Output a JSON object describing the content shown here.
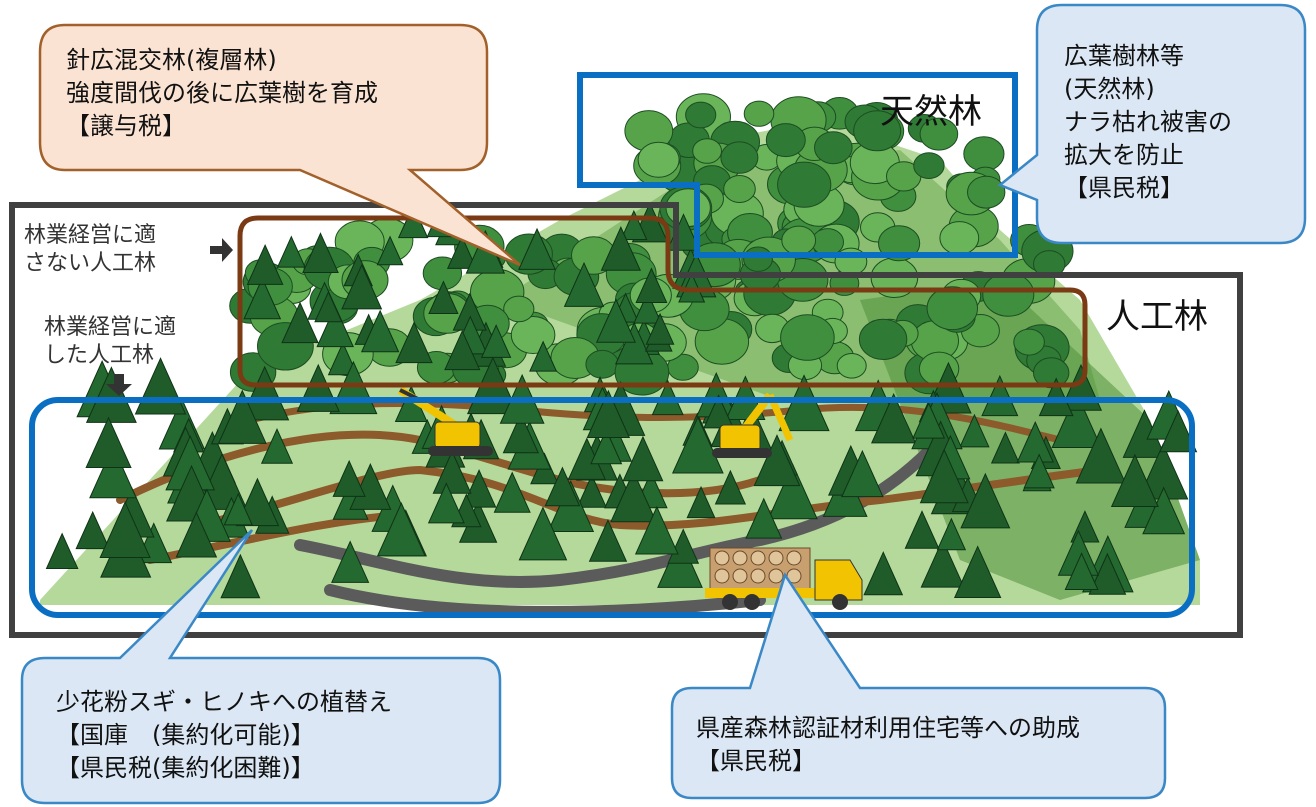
{
  "labels": {
    "natural_forest": "天然林",
    "artificial_forest": "人工林",
    "unsuitable": "林業経営に適\nさない人工林",
    "suitable": "林業経営に適\nした人工林"
  },
  "callouts": {
    "mixed": "針広混交林(複層林)\n強度間伐の後に広葉樹を育成\n【譲与税】",
    "broadleaf": "広葉樹林等\n(天然林)\nナラ枯れ被害の\n拡大を防止\n【県民税】",
    "planting": "少花粉スギ・ヒノキへの植替え\n【国庫　(集約化可能)】\n【県民税(集約化困難)】",
    "housing": "県産森林認証材利用住宅等への助成\n【県民税】"
  },
  "colors": {
    "callout_orange_fill": "#fbe3d3",
    "callout_orange_stroke": "#a2602a",
    "callout_blue_fill": "#dbe7f4",
    "callout_blue_stroke": "#3b88c7",
    "box_blue": "#0a6fc2",
    "box_brown": "#7a3a14",
    "box_gray": "#404040",
    "grass_light": "#9ccc7a",
    "grass_dark": "#4f8f3c",
    "conifer": "#1f5c2a",
    "broadleaf": "#3f8f3f",
    "road": "#5b5b5b",
    "trail": "#8c5a2b",
    "machine": "#f2c300"
  }
}
